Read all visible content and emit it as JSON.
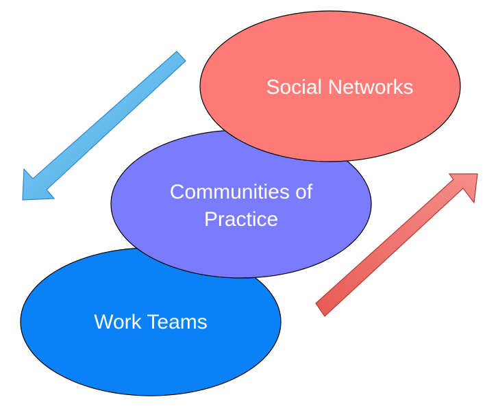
{
  "diagram": {
    "nodes": [
      {
        "id": "social-networks",
        "label": "Social Networks",
        "color": "#FF7B77"
      },
      {
        "id": "communities-of-practice",
        "label_line1": "Communities of",
        "label_line2": "Practice",
        "color": "#7A7CFF"
      },
      {
        "id": "work-teams",
        "label": "Work Teams",
        "color": "#0A82F5"
      }
    ],
    "arrows": [
      {
        "id": "arrow-down-left",
        "color": "#56B4EC"
      },
      {
        "id": "arrow-up-right",
        "color": "#EF6E67"
      }
    ]
  }
}
